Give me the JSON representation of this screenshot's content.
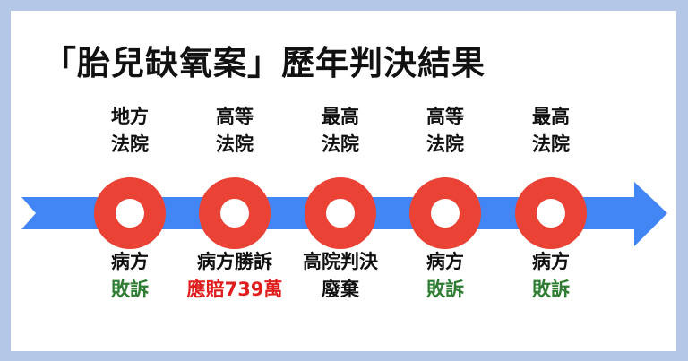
{
  "title": "「胎兒缺氧案」歷年判決結果",
  "colors": {
    "arrow": "#4285f4",
    "node": "#ea4335",
    "lose": "#2e7d32",
    "win": "#e01e1e",
    "border": "#b4c7e7"
  },
  "stages": [
    {
      "court_line1": "地方",
      "court_line2": "法院",
      "result_line1": "病方",
      "result_line2": "敗訴",
      "tone": "green"
    },
    {
      "court_line1": "高等",
      "court_line2": "法院",
      "result_line1": "病方勝訴",
      "result_line2": "應賠739萬",
      "tone": "red"
    },
    {
      "court_line1": "最高",
      "court_line2": "法院",
      "result_line1": "高院判決",
      "result_line2": "廢棄",
      "tone": "black"
    },
    {
      "court_line1": "高等",
      "court_line2": "法院",
      "result_line1": "病方",
      "result_line2": "敗訴",
      "tone": "green"
    },
    {
      "court_line1": "最高",
      "court_line2": "法院",
      "result_line1": "病方",
      "result_line2": "敗訴",
      "tone": "green"
    }
  ]
}
